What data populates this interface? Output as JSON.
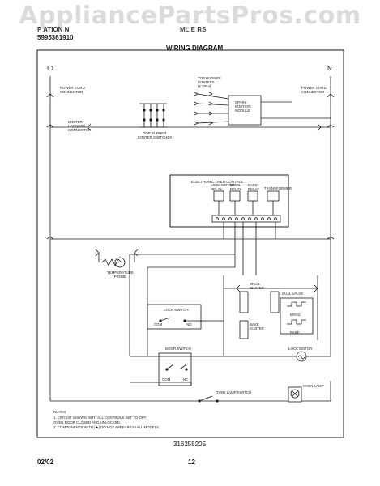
{
  "watermark": "AppliancePartsPros.com",
  "header": {
    "line1_left": "P    ATION N",
    "line1_right": "ML  E    RS",
    "line2": "5995361910"
  },
  "title": "WIRING DIAGRAM",
  "terminals": {
    "left": "L1",
    "right": "N"
  },
  "labels": {
    "power_cord_left": "POWER CORD\nCONNECTOR",
    "power_cord_right": "POWER CORD\nCONNECTOR",
    "igniter_harness": "IGNITER\nHARNESS\nCONNECTOR",
    "top_burner_igniters": "TOP BURNER\nIGNITERS\n(2 OF 4)",
    "spark_module": "SPARK\nIGNITION\nMODULE",
    "top_burner_switches": "TOP BURNER\nIGNITER SWITCHES",
    "oven_control": "ELECTRONIC OVEN CONTROL",
    "relay_lock": "LOCK MOTOR\nRELAY",
    "relay_broil": "BROIL\nRELAY",
    "relay_bake": "BAKE\nRELAY",
    "transformer": "TRANSFORMER",
    "probe": "TEMPERATURE\nPROBE",
    "lock_switch": "LOCK SWITCH",
    "door_switch": "DOOR SWITCH",
    "broil_igniter": "BROIL\nIGNITER",
    "bake_igniter": "BAKE\nIGNITER",
    "dual_valve": "DUAL VALVE",
    "broil": "BROIL",
    "bake": "BAKE",
    "lock_motor": "LOCK MOTOR",
    "oven_lamp_switch": "OVEN LAMP SWITCH",
    "oven_lamp": "OVEN LAMP",
    "com": "COM",
    "nc": "NC",
    "no": "NO"
  },
  "notes": {
    "heading": "NOTES:",
    "note1": "1.   CIRCUIT SHOWN WITH ALL CONTROLS SET TO OFF,",
    "note1b": "      OVEN DOOR CLOSED AND UNLOCKED.",
    "note2": "2.   COMPONENTS WITH (★) DO NOT APPEAR ON ALL MODELS."
  },
  "part_number": "316255205",
  "footer": {
    "date": "02/02",
    "page": "12"
  }
}
